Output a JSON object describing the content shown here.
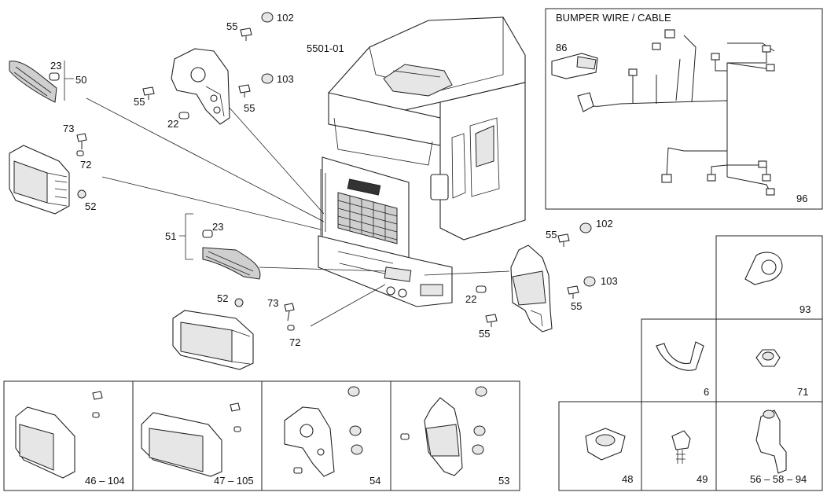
{
  "diagram_code": "5501-01",
  "wiring_box": {
    "title": "BUMPER WIRE / CABLE",
    "connector_label": "86",
    "number": "96"
  },
  "callouts": {
    "n23_top": "23",
    "n50": "50",
    "n73_top": "73",
    "n72_top": "72",
    "n52_top": "52",
    "n55_a": "55",
    "n102_a": "102",
    "n103_a": "103",
    "n55_b": "55",
    "n55_c": "55",
    "n22_a": "22",
    "n51": "51",
    "n23_mid": "23",
    "n52_mid": "52",
    "n73_mid": "73",
    "n72_mid": "72",
    "n55_d": "55",
    "n102_b": "102",
    "n103_b": "103",
    "n55_e": "55",
    "n22_b": "22",
    "n55_f": "55"
  },
  "bottom_panels": [
    {
      "label": "46 – 104"
    },
    {
      "label": "47 – 105"
    },
    {
      "label": "54"
    },
    {
      "label": "53"
    }
  ],
  "side_grid": [
    {
      "label": "93"
    },
    {
      "label": "6"
    },
    {
      "label": "71"
    },
    {
      "label": "48"
    },
    {
      "label": "49"
    },
    {
      "label": "56 – 58 – 94"
    }
  ]
}
